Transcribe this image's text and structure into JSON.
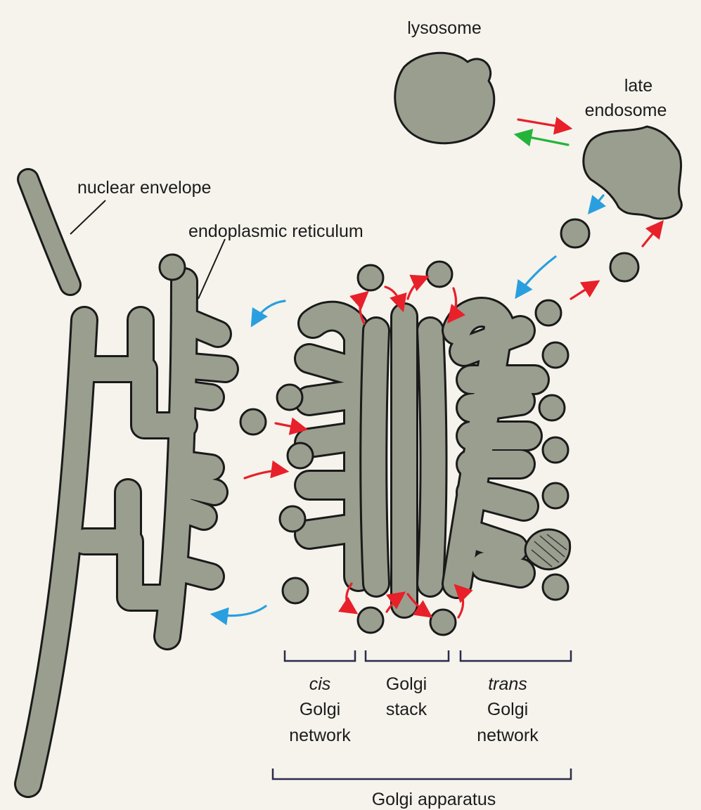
{
  "labels": {
    "lysosome": "lysosome",
    "late_endosome_line1": "late",
    "late_endosome_line2": "endosome",
    "nuclear_envelope": "nuclear envelope",
    "endoplasmic_reticulum": "endoplasmic reticulum",
    "cis_line1": "cis",
    "cis_line2": "Golgi",
    "cis_line3": "network",
    "stack_line1": "Golgi",
    "stack_line2": "stack",
    "trans_line1": "trans",
    "trans_line2": "Golgi",
    "trans_line3": "network",
    "golgi_apparatus": "Golgi apparatus"
  },
  "colors": {
    "background": "#f5f3ec",
    "organelle_fill": "#9a9e8f",
    "outline": "#1a1a1a",
    "anterograde_arrow": "#e8202a",
    "retrograde_arrow": "#2a9fdf",
    "lysosome_return_arrow": "#24b43a",
    "bracket": "#2b2b4a"
  }
}
